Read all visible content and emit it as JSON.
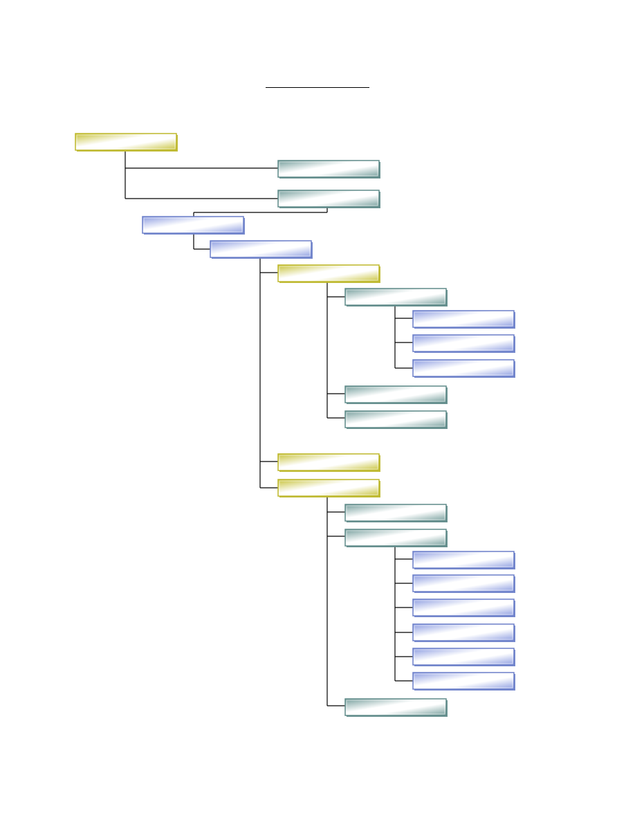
{
  "diagram": {
    "type": "hierarchy-tree",
    "title": "",
    "style_colors": {
      "yellow": {
        "edge": "#bdb72a",
        "dark": "#c7c238",
        "light": "#ffffff"
      },
      "teal": {
        "edge": "#5e8a88",
        "dark": "#739c9a",
        "light": "#ffffff"
      },
      "blue": {
        "edge": "#6b7fc9",
        "dark": "#8b9be0",
        "light": "#ffffff"
      },
      "connector": "#000000"
    },
    "nodes": [
      {
        "id": "n1",
        "style": "yellow",
        "label": ""
      },
      {
        "id": "n2",
        "style": "teal",
        "label": ""
      },
      {
        "id": "n3",
        "style": "teal",
        "label": ""
      },
      {
        "id": "n4",
        "style": "blue",
        "label": ""
      },
      {
        "id": "n5",
        "style": "blue",
        "label": ""
      },
      {
        "id": "n6",
        "style": "yellow",
        "label": ""
      },
      {
        "id": "n7",
        "style": "teal",
        "label": ""
      },
      {
        "id": "n8",
        "style": "blue",
        "label": ""
      },
      {
        "id": "n9",
        "style": "blue",
        "label": ""
      },
      {
        "id": "n10",
        "style": "blue",
        "label": ""
      },
      {
        "id": "n11",
        "style": "teal",
        "label": ""
      },
      {
        "id": "n12",
        "style": "teal",
        "label": ""
      },
      {
        "id": "n13",
        "style": "yellow",
        "label": ""
      },
      {
        "id": "n14",
        "style": "yellow",
        "label": ""
      },
      {
        "id": "n15",
        "style": "teal",
        "label": ""
      },
      {
        "id": "n16",
        "style": "teal",
        "label": ""
      },
      {
        "id": "n17",
        "style": "blue",
        "label": ""
      },
      {
        "id": "n18",
        "style": "blue",
        "label": ""
      },
      {
        "id": "n19",
        "style": "blue",
        "label": ""
      },
      {
        "id": "n20",
        "style": "blue",
        "label": ""
      },
      {
        "id": "n21",
        "style": "blue",
        "label": ""
      },
      {
        "id": "n22",
        "style": "blue",
        "label": ""
      },
      {
        "id": "n23",
        "style": "teal",
        "label": ""
      }
    ],
    "edges": [
      [
        "n1",
        "n2"
      ],
      [
        "n1",
        "n3"
      ],
      [
        "n3",
        "n4"
      ],
      [
        "n4",
        "n5"
      ],
      [
        "n5",
        "n6"
      ],
      [
        "n5",
        "n13"
      ],
      [
        "n5",
        "n14"
      ],
      [
        "n6",
        "n7"
      ],
      [
        "n6",
        "n11"
      ],
      [
        "n6",
        "n12"
      ],
      [
        "n7",
        "n8"
      ],
      [
        "n7",
        "n9"
      ],
      [
        "n7",
        "n10"
      ],
      [
        "n14",
        "n15"
      ],
      [
        "n14",
        "n16"
      ],
      [
        "n14",
        "n23"
      ],
      [
        "n16",
        "n17"
      ],
      [
        "n16",
        "n18"
      ],
      [
        "n16",
        "n19"
      ],
      [
        "n16",
        "n20"
      ],
      [
        "n16",
        "n21"
      ],
      [
        "n16",
        "n22"
      ]
    ]
  }
}
